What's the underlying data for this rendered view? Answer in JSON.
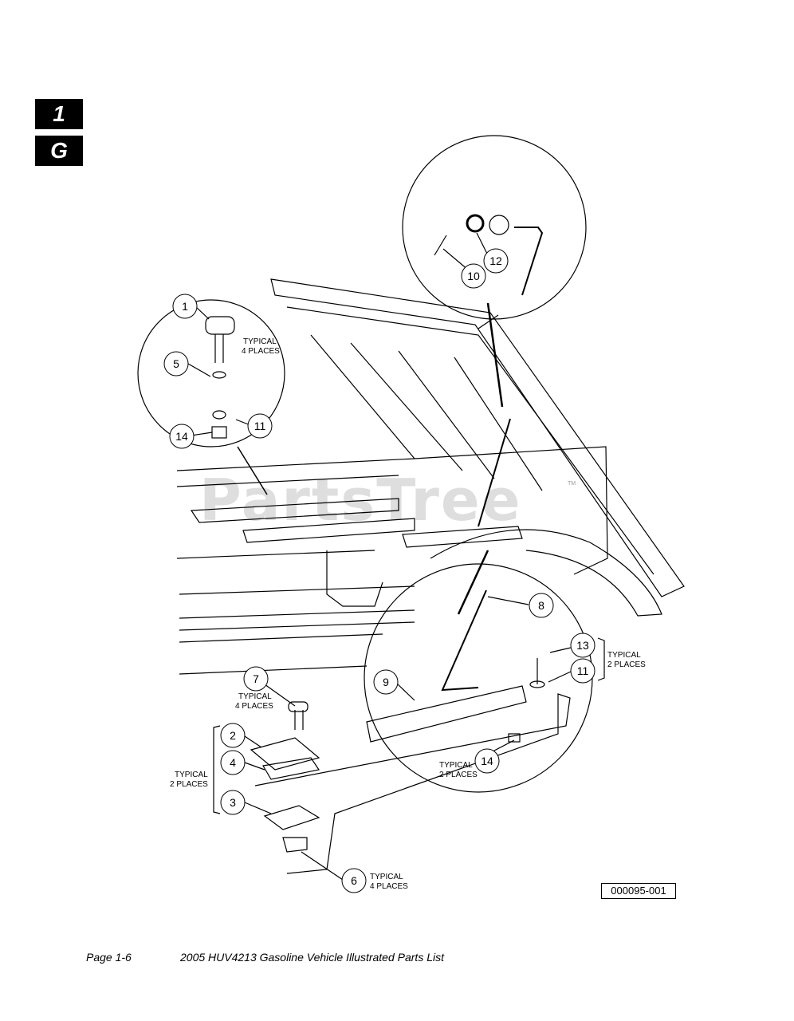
{
  "section_tabs": [
    "1",
    "G"
  ],
  "watermark": "PartsTree",
  "watermark_tm": "TM",
  "callouts": [
    {
      "num": "1"
    },
    {
      "num": "5"
    },
    {
      "num": "11"
    },
    {
      "num": "14"
    },
    {
      "num": "10"
    },
    {
      "num": "12"
    },
    {
      "num": "8"
    },
    {
      "num": "13"
    },
    {
      "num": "11"
    },
    {
      "num": "9"
    },
    {
      "num": "7"
    },
    {
      "num": "2"
    },
    {
      "num": "4"
    },
    {
      "num": "3"
    },
    {
      "num": "14"
    },
    {
      "num": "6"
    }
  ],
  "notes": {
    "typical_4_a": [
      "TYPICAL",
      "4 PLACES"
    ],
    "typical_2_top": [
      "TYPICAL",
      "2 PLACES"
    ],
    "typical_4_b": [
      "TYPICAL",
      "4 PLACES"
    ],
    "typical_2_left": [
      "TYPICAL",
      "2 PLACES"
    ],
    "typical_2_mid": [
      "TYPICAL",
      "2 PLACES"
    ],
    "typical_4_c": [
      "TYPICAL",
      "4 PLACES"
    ]
  },
  "figure_id": "000095-001",
  "footer": {
    "page": "Page 1-6",
    "title": "2005 HUV4213 Gasoline Vehicle Illustrated Parts List"
  }
}
